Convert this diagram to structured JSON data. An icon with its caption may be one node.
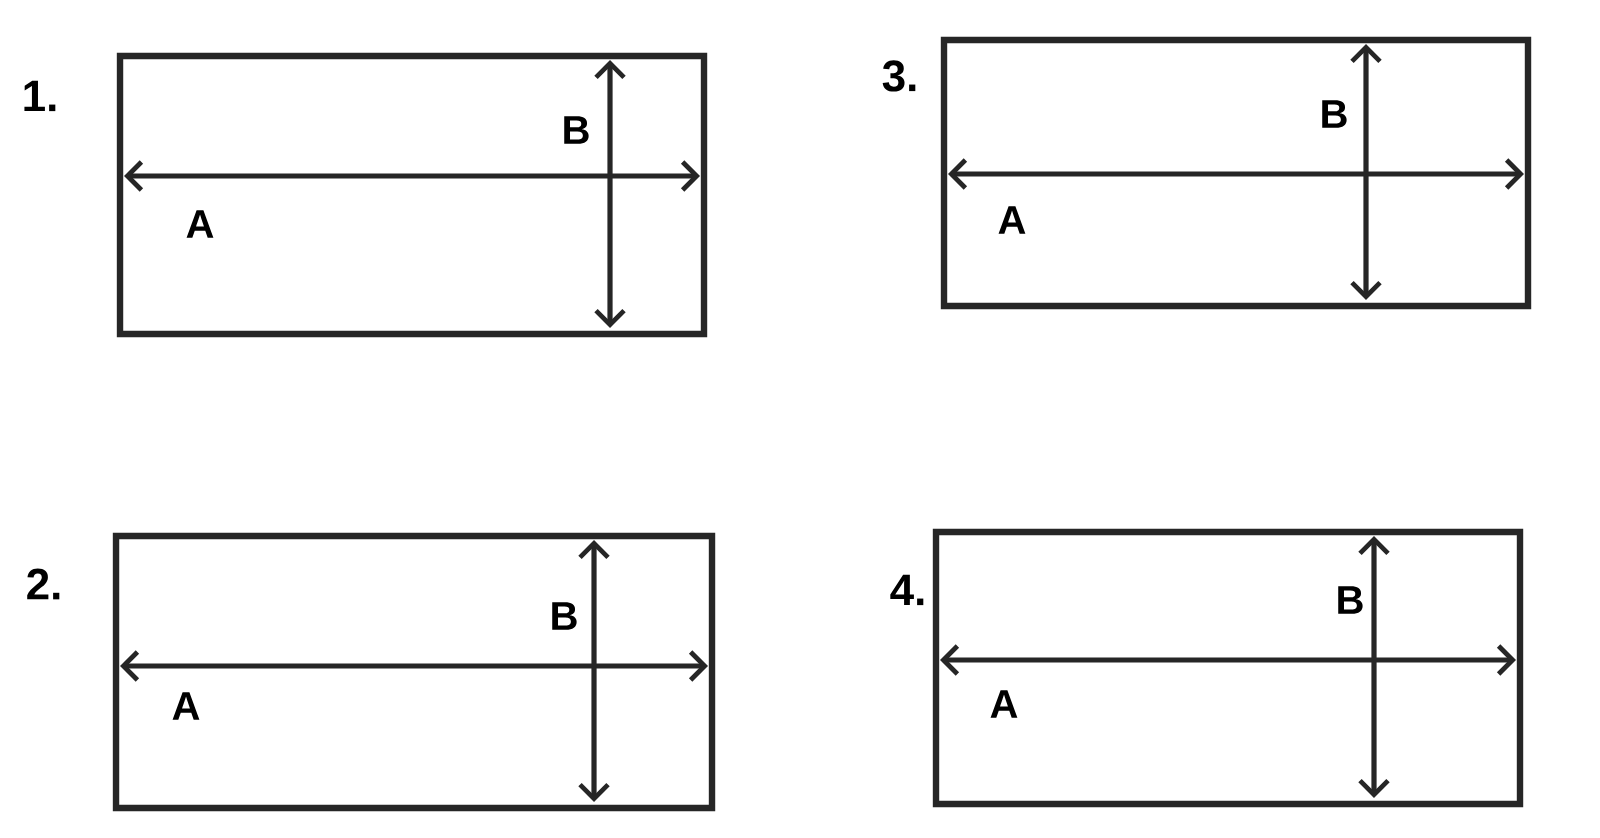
{
  "diagram": {
    "nodes": [
      {
        "text": [
          "B",
          "A"
        ],
        "beside": [
          "1."
        ]
      },
      {
        "text": [
          "B",
          "A"
        ],
        "beside": [
          "3."
        ]
      },
      {
        "text": [
          "B",
          "A"
        ],
        "beside": [
          "2."
        ]
      },
      {
        "text": [
          "B",
          "A"
        ],
        "beside": [
          "4."
        ]
      }
    ]
  }
}
